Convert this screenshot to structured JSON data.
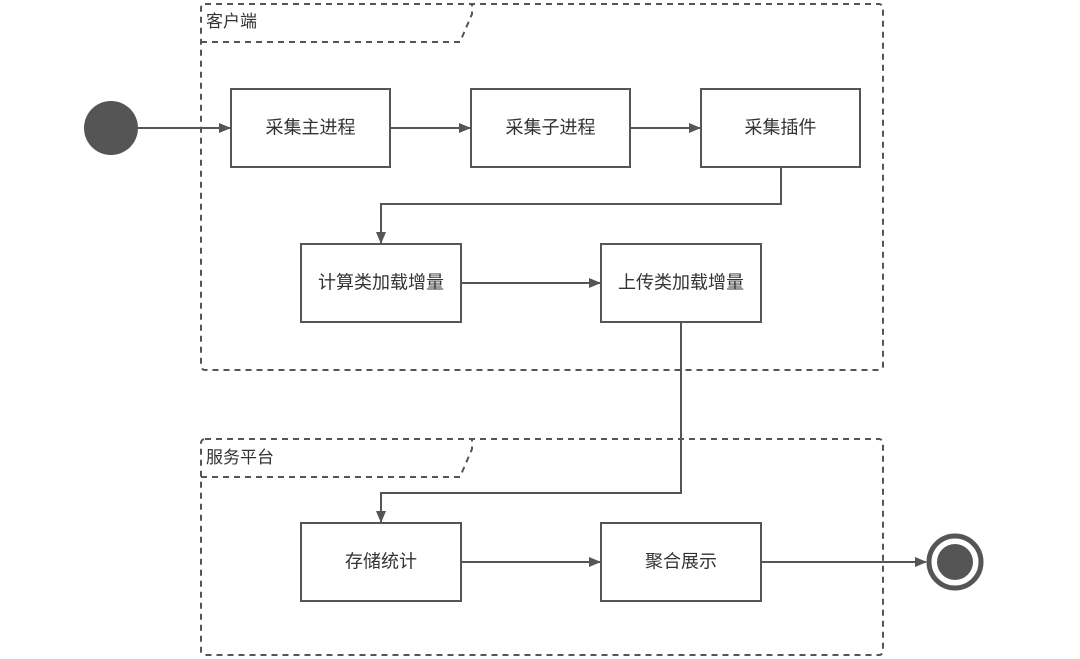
{
  "diagram": {
    "type": "activity-flow",
    "groups": [
      {
        "id": "client",
        "label": "客户端"
      },
      {
        "id": "server",
        "label": "服务平台"
      }
    ],
    "nodes": [
      {
        "id": "n1",
        "label": "采集主进程",
        "group": "client"
      },
      {
        "id": "n2",
        "label": "采集子进程",
        "group": "client"
      },
      {
        "id": "n3",
        "label": "采集插件",
        "group": "client"
      },
      {
        "id": "n4",
        "label": "计算类加载增量",
        "group": "client"
      },
      {
        "id": "n5",
        "label": "上传类加载增量",
        "group": "client"
      },
      {
        "id": "n6",
        "label": "存储统计",
        "group": "server"
      },
      {
        "id": "n7",
        "label": "聚合展示",
        "group": "server"
      }
    ],
    "edges": [
      {
        "from": "start",
        "to": "n1"
      },
      {
        "from": "n1",
        "to": "n2"
      },
      {
        "from": "n2",
        "to": "n3"
      },
      {
        "from": "n3",
        "to": "n4"
      },
      {
        "from": "n4",
        "to": "n5"
      },
      {
        "from": "n5",
        "to": "n6"
      },
      {
        "from": "n6",
        "to": "n7"
      },
      {
        "from": "n7",
        "to": "end"
      }
    ],
    "start": {
      "label": "start"
    },
    "end": {
      "label": "end"
    },
    "colors": {
      "stroke": "#555555",
      "fill": "#555555",
      "text": "#333333",
      "background": "#ffffff"
    }
  }
}
